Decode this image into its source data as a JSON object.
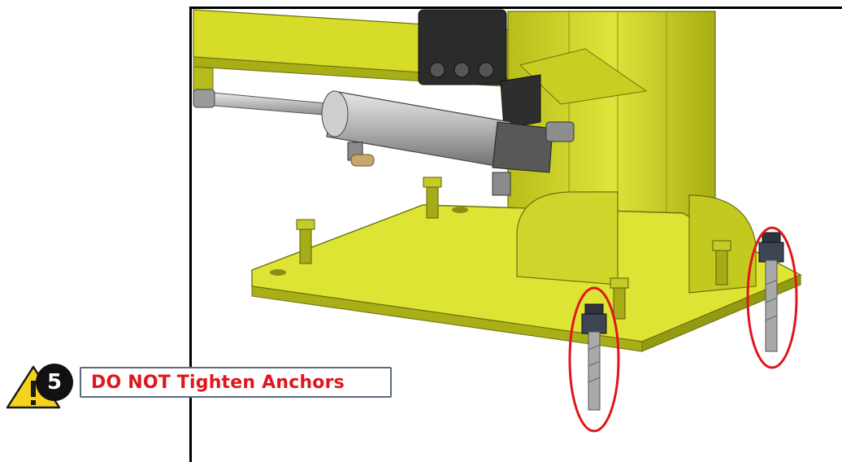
{
  "step": {
    "number": "5",
    "warning_text": "DO NOT Tighten Anchors"
  },
  "illustration": {
    "subject": "yellow-base-plate-with-pneumatic-cylinder",
    "highlighted_items": [
      "anchor-bolt-left",
      "anchor-bolt-right"
    ],
    "highlight_color": "#e0161c",
    "part_color": "#d9df2a"
  },
  "icons": {
    "warning": "warning-triangle-icon"
  }
}
